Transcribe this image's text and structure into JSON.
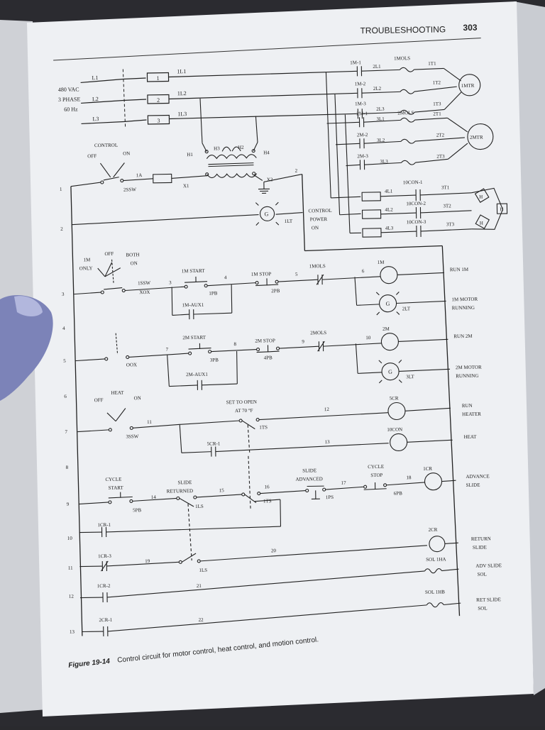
{
  "page": {
    "running_head": "TROUBLESHOOTING",
    "page_number": "303",
    "caption_label": "Figure 19-14",
    "caption_text": "Control circuit for motor control, heat control, and motion control."
  },
  "power": {
    "supply": [
      "480 VAC",
      "3 PHASE",
      "60 Hz"
    ],
    "lines": [
      "L1",
      "L2",
      "L3"
    ],
    "fuses": [
      "1",
      "2",
      "3"
    ],
    "line_labels": [
      "1L1",
      "1L2",
      "1L3"
    ],
    "m1_contacts": [
      "1M-1",
      "1M-2",
      "1M-3"
    ],
    "m1_wires": [
      "2L1",
      "2L2",
      "2L3"
    ],
    "m1_overload": "1MOLS",
    "m1_terms": [
      "1T1",
      "1T2",
      "1T3"
    ],
    "motor1": "1MTR",
    "m2_contacts": [
      "2M-1",
      "2M-2",
      "2M-3"
    ],
    "m2_wires": [
      "3L1",
      "3L2",
      "3L3"
    ],
    "m2_overload": "2MOLS",
    "m2_terms": [
      "2T1",
      "2T2",
      "2T3"
    ],
    "motor2": "2MTR",
    "con_wires": [
      "4L1",
      "4L2",
      "4L3"
    ],
    "con_contacts": [
      "10CON-1",
      "10CON-2",
      "10CON-3"
    ],
    "con_terms": [
      "3T1",
      "3T2",
      "3T3"
    ],
    "heater": "H",
    "transformer": {
      "h1": "H1",
      "h2": "H2",
      "h3": "H3",
      "h4": "H4",
      "x1": "X1",
      "x2": "X2"
    },
    "fuse_1a": "1A",
    "control_switch": {
      "title": "CONTROL",
      "off": "OFF",
      "on": "ON",
      "name": "2SSW"
    },
    "wire_2": "2",
    "pilot_1lt": "1LT",
    "control_power": [
      "CONTROL",
      "POWER",
      "ON"
    ],
    "pilot_g": "G"
  },
  "rungs": [
    "1",
    "2",
    "3",
    "4",
    "5",
    "6",
    "7",
    "8",
    "9",
    "10",
    "11",
    "12",
    "13"
  ],
  "selector": {
    "m1_only": [
      "1M",
      "ONLY"
    ],
    "off": "OFF",
    "both": [
      "BOTH",
      "ON"
    ],
    "name1": "1SSW",
    "xox": "XOX",
    "oox": "OOX"
  },
  "motor1": {
    "start": "1M START",
    "pb_start": "1PB",
    "stop": "1M STOP",
    "pb_stop": "2PB",
    "aux": "1M-AUX1",
    "ol": "1MOLS",
    "coil": "1M",
    "lamp": "2LT",
    "run": "RUN 1M",
    "running": [
      "1M MOTOR",
      "RUNNING"
    ],
    "wires": [
      "3",
      "4",
      "5",
      "6"
    ]
  },
  "motor2": {
    "start": "2M START",
    "pb_start": "3PB",
    "stop": "2M STOP",
    "pb_stop": "4PB",
    "aux": "2M-AUX1",
    "ol": "2MOLS",
    "coil": "2M",
    "lamp": "3LT",
    "run": "RUN 2M",
    "running": [
      "2M MOTOR",
      "RUNNING"
    ],
    "wires": [
      "7",
      "8",
      "9",
      "10"
    ]
  },
  "heat": {
    "title": "HEAT",
    "off": "OFF",
    "on": "ON",
    "name": "3SSW",
    "set": [
      "SET TO OPEN",
      "AT 70 °F"
    ],
    "ts": "1TS",
    "coil": "5CR",
    "run": [
      "RUN",
      "HEATER"
    ],
    "cr_contact": "5CR-1",
    "con_coil": "10CON",
    "heat": "HEAT",
    "wires": [
      "11",
      "12",
      "13"
    ]
  },
  "motion": {
    "cycle_start": [
      "CYCLE",
      "START"
    ],
    "pb5": "5PB",
    "slide_returned": [
      "SLIDE",
      "RETURNED"
    ],
    "ls": "1LS",
    "ts": "1TS",
    "slide_advanced": [
      "SLIDE",
      "ADVANCED"
    ],
    "ps": "1PS",
    "cycle_stop": [
      "CYCLE",
      "STOP"
    ],
    "pb6": "6PB",
    "coil": "1CR",
    "advance": [
      "ADVANCE",
      "SLIDE"
    ],
    "cr1": "1CR-1",
    "coil2": "2CR",
    "return": [
      "RETURN",
      "SLIDE"
    ],
    "cr3": "1CR-3",
    "ls2": "1LS",
    "sol_a": "SOL 1HA",
    "adv_sol": [
      "ADV SLIDE",
      "SOL"
    ],
    "cr2": "1CR-2",
    "sol_b": "SOL 1HB",
    "ret_sol": [
      "RET SLIDE",
      "SOL"
    ],
    "cr21": "2CR-1",
    "wires": [
      "14",
      "15",
      "16",
      "17",
      "18",
      "19",
      "20",
      "21",
      "22"
    ]
  }
}
